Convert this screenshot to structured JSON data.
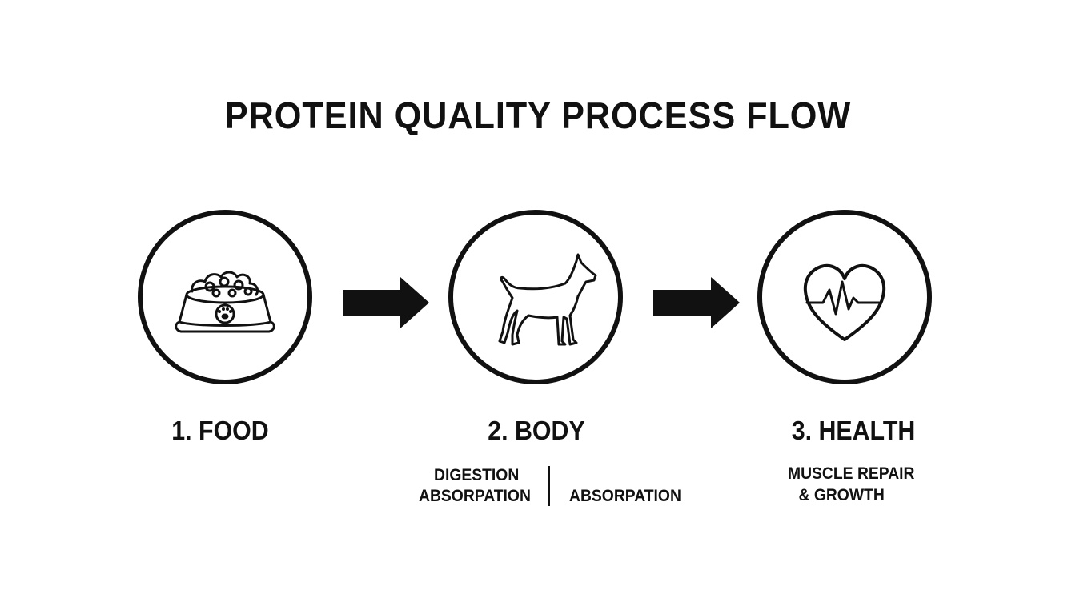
{
  "title": "PROTEIN QUALITY PROCESS FLOW",
  "steps": [
    {
      "label": "1. FOOD",
      "icon": "pet-food-bowl-icon"
    },
    {
      "label": "2. BODY",
      "icon": "dog-icon"
    },
    {
      "label": "3. HEALTH",
      "icon": "heart-pulse-icon"
    }
  ],
  "body_notes": {
    "left_line1": "DIGESTION",
    "left_line2": "ABSORPATION",
    "right": "ABSORPATION"
  },
  "health_notes": {
    "line1": "MUSCLE REPAIR",
    "line2": "& GROWTH"
  },
  "colors": {
    "ink": "#111111",
    "background": "#ffffff"
  }
}
